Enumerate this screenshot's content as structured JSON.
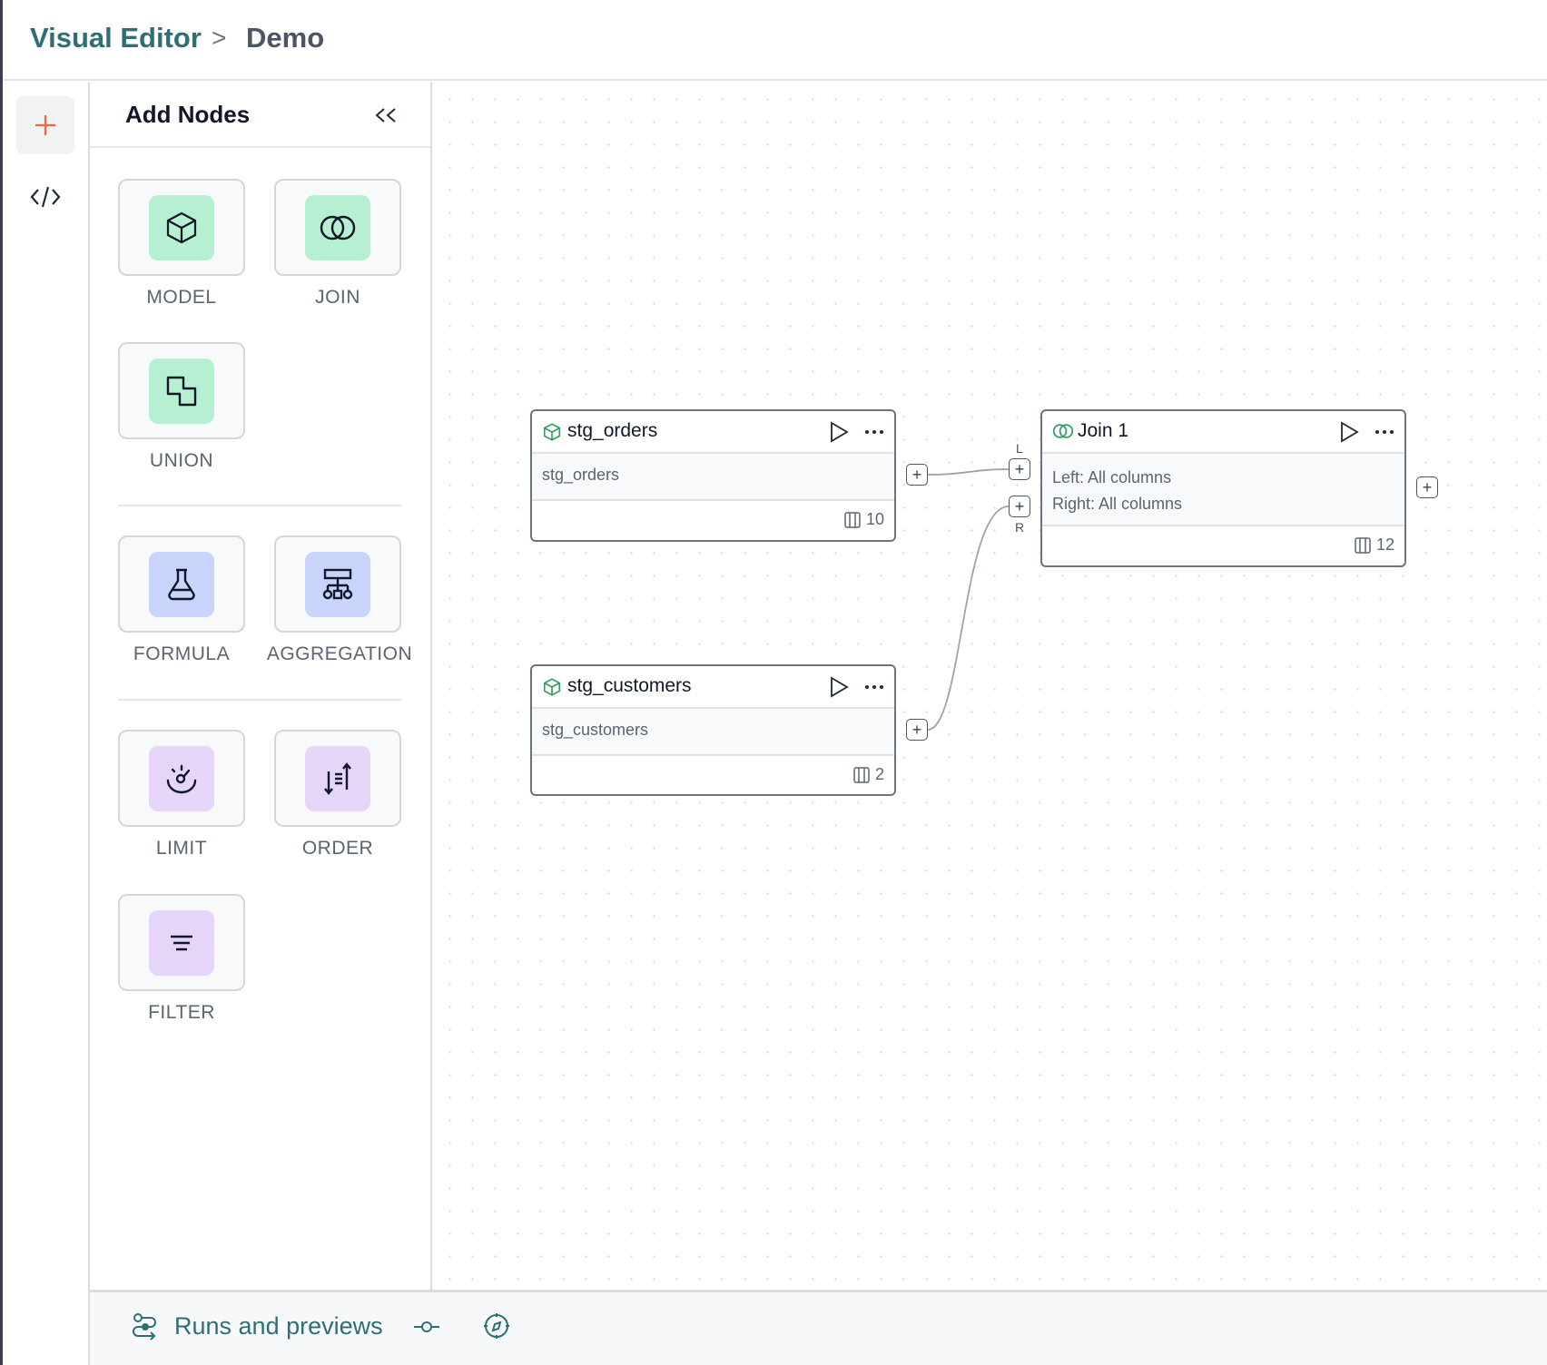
{
  "breadcrumb": {
    "root": "Visual Editor",
    "separator": ">",
    "current": "Demo"
  },
  "rail": {
    "add_icon": "plus-icon",
    "code_icon": "code-icon"
  },
  "panel": {
    "title": "Add Nodes",
    "collapse_icon": "chevrons-left-icon",
    "nodes": [
      {
        "label": "MODEL",
        "icon": "cube-icon",
        "color": "#b7efd2"
      },
      {
        "label": "JOIN",
        "icon": "venn-icon",
        "color": "#b7efd2"
      },
      {
        "label": "UNION",
        "icon": "union-icon",
        "color": "#b7efd2"
      },
      {
        "label": "FORMULA",
        "icon": "flask-icon",
        "color": "#c8d4fb"
      },
      {
        "label": "AGGREGATION",
        "icon": "hierarchy-icon",
        "color": "#c8d4fb"
      },
      {
        "label": "LIMIT",
        "icon": "gauge-icon",
        "color": "#e5d5f9"
      },
      {
        "label": "ORDER",
        "icon": "sort-icon",
        "color": "#e5d5f9"
      },
      {
        "label": "FILTER",
        "icon": "filter-lines-icon",
        "color": "#e5d5f9"
      }
    ]
  },
  "canvas": {
    "nodes": [
      {
        "title": "stg_orders",
        "body": [
          "stg_orders"
        ],
        "columns": "10"
      },
      {
        "title": "stg_customers",
        "body": [
          "stg_customers"
        ],
        "columns": "2"
      },
      {
        "title": "Join 1",
        "body": [
          "Left: All columns",
          "Right: All columns"
        ],
        "columns": "12"
      }
    ],
    "handle_left_label": "L",
    "handle_right_label": "R",
    "handle_symbol": "+"
  },
  "bottom": {
    "runs_label": "Runs and previews"
  },
  "colors": {
    "accent": "#2f6f73",
    "add": "#f0643c",
    "node_icon": "#2f9e5f"
  }
}
